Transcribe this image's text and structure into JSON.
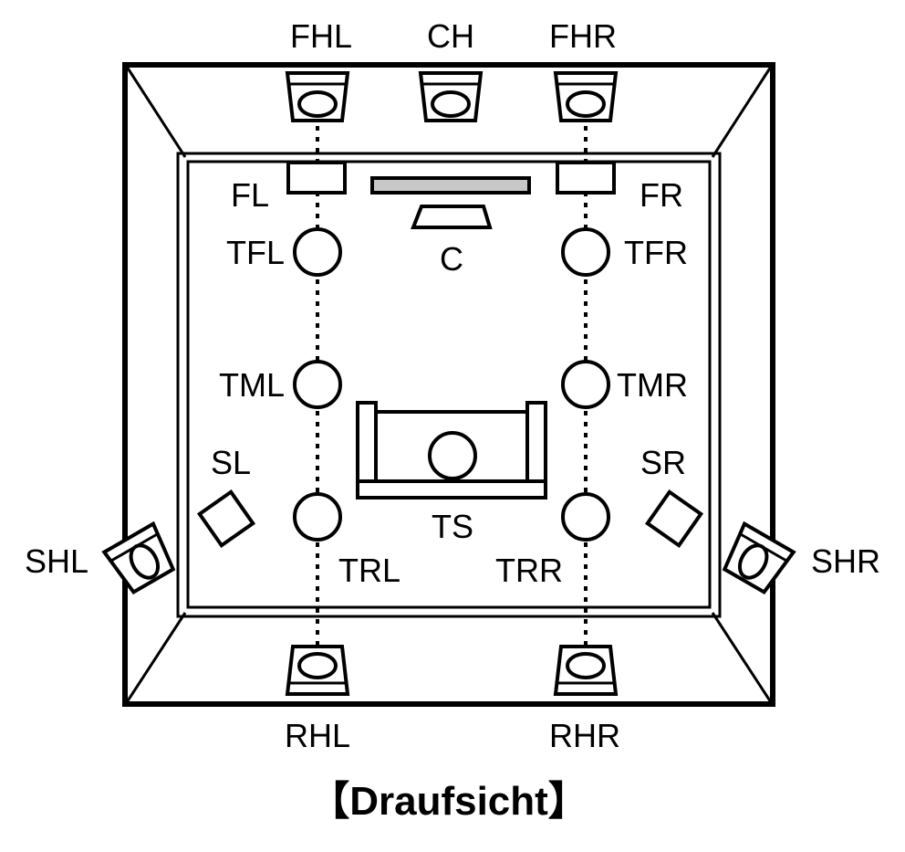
{
  "diagram": {
    "labels": {
      "fhl": "FHL",
      "ch": "CH",
      "fhr": "FHR",
      "fl": "FL",
      "fr": "FR",
      "tfl": "TFL",
      "c": "C",
      "tfr": "TFR",
      "tml": "TML",
      "tmr": "TMR",
      "sl": "SL",
      "sr": "SR",
      "shl": "SHL",
      "shr": "SHR",
      "ts": "TS",
      "trl": "TRL",
      "trr": "TRR",
      "rhl": "RHL",
      "rhr": "RHR"
    },
    "caption": "【Draufsicht】",
    "colors": {
      "line": "#000000",
      "background": "#ffffff",
      "screen": "#c8c8c8"
    }
  }
}
